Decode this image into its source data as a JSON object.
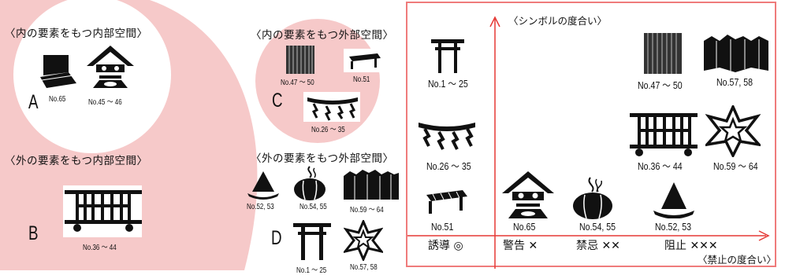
{
  "left": {
    "section_a": {
      "heading": "〈内の要素をもつ内部空間〉",
      "letter": "A",
      "items": [
        "No.65",
        "No.45 ～ 46"
      ]
    },
    "section_b": {
      "heading": "〈外の要素をもつ内部空間〉",
      "letter": "B",
      "items": [
        "No.36 ～ 44"
      ]
    },
    "section_c": {
      "heading": "〈内の要素をもつ外部空間〉",
      "letter": "C",
      "items": [
        "No.47 ～ 50",
        "No.51",
        "No.26 ～ 35"
      ]
    },
    "section_d": {
      "heading": "〈外の要素をもつ外部空間〉",
      "letter": "D",
      "items": [
        "No.52, 53",
        "No.54, 55",
        "No.59 ～ 64",
        "No.1 ～ 25",
        "No.57, 58"
      ]
    }
  },
  "right": {
    "y_axis_label": "〈シンボルの度合い〉",
    "x_axis_label": "〈禁止の度合い〉",
    "x_categories": [
      "誘導 ◎",
      "警告 ✕",
      "禁忌 ✕✕",
      "阻止 ✕✕✕"
    ],
    "items": [
      "No.1 ～ 25",
      "No.26 ～ 35",
      "No.51",
      "No.65",
      "No.54, 55",
      "No.52, 53",
      "No.47 ～ 50",
      "No.57, 58",
      "No.36 ～ 44",
      "No.59 ～ 64"
    ]
  },
  "colors": {
    "pink": "#f6c9c9",
    "frame": "#ef7b7b",
    "axis": "#e53935"
  }
}
